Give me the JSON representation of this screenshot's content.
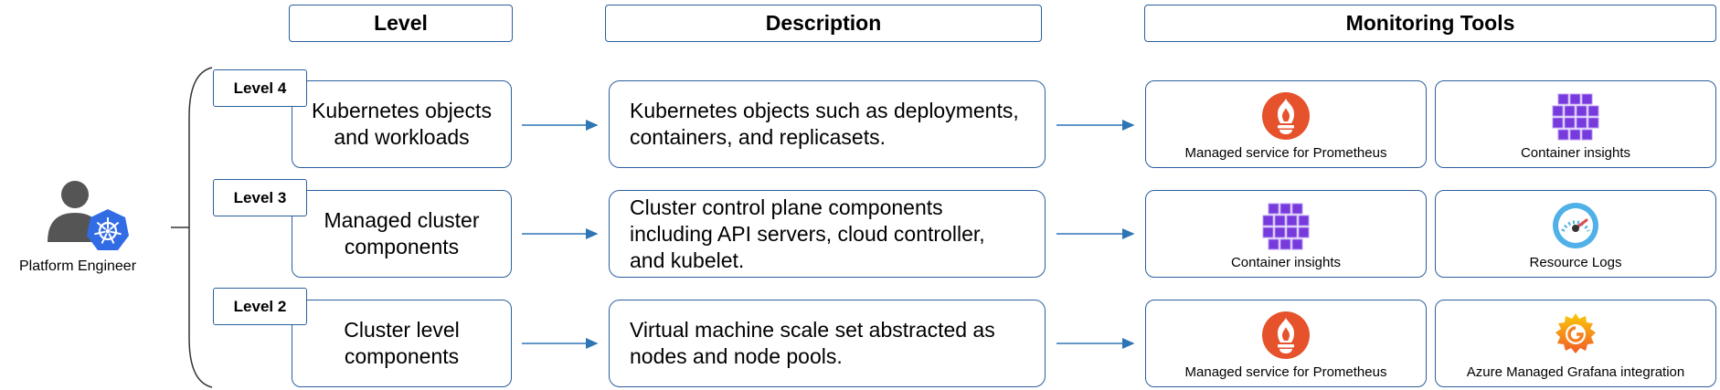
{
  "headers": {
    "level": "Level",
    "description": "Description",
    "tools": "Monitoring Tools"
  },
  "persona": {
    "label": "Platform Engineer",
    "icon": "user-kubernetes-icon"
  },
  "rows": [
    {
      "tag": "Level 4",
      "title": [
        "Kubernetes objects",
        "and workloads"
      ],
      "description": [
        "Kubernetes objects such as deployments,",
        "containers, and replicasets."
      ],
      "tools": [
        {
          "label": "Managed service for Prometheus",
          "icon": "prometheus-icon"
        },
        {
          "label": "Container insights",
          "icon": "container-insights-icon"
        }
      ]
    },
    {
      "tag": "Level 3",
      "title": [
        "Managed cluster",
        "components"
      ],
      "description": [
        "Cluster control plane components",
        "including API servers, cloud controller,",
        "and kubelet."
      ],
      "tools": [
        {
          "label": "Container insights",
          "icon": "container-insights-icon"
        },
        {
          "label": "Resource Logs",
          "icon": "gauge-icon"
        }
      ]
    },
    {
      "tag": "Level 2",
      "title": [
        "Cluster level",
        "components"
      ],
      "description": [
        "Virtual machine scale set abstracted as",
        "nodes and node pools."
      ],
      "tools": [
        {
          "label": "Managed service for Prometheus",
          "icon": "prometheus-icon"
        },
        {
          "label": "Azure Managed Grafana integration",
          "icon": "grafana-icon"
        }
      ]
    }
  ],
  "colors": {
    "border": "#2b5f9e",
    "arrow": "#2e75b6",
    "prometheus": "#e6522c",
    "insights": "#773adc"
  }
}
